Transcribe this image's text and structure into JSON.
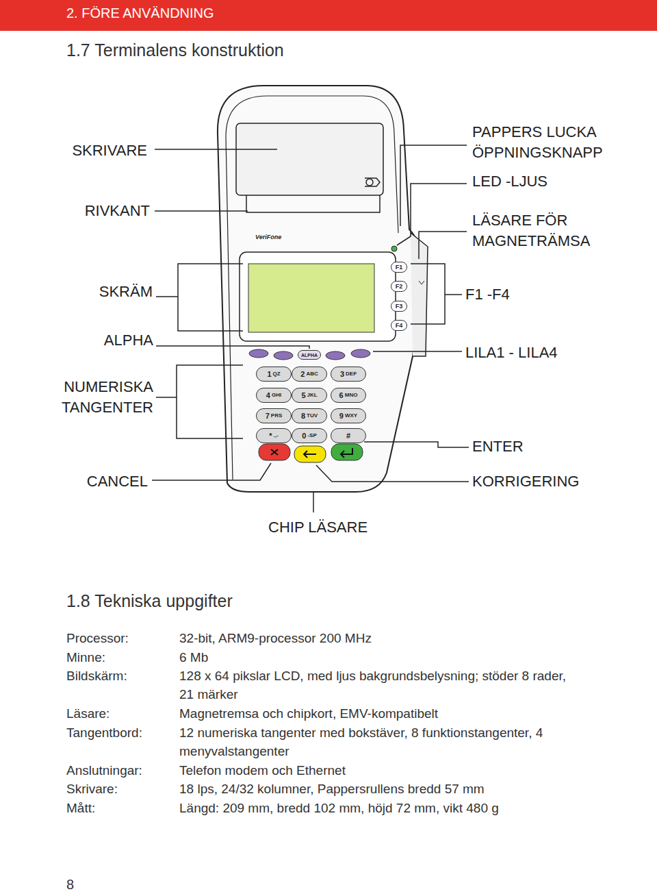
{
  "diagram": {
    "title": "1.7 Terminalens konstruktion",
    "nodes": [
      {
        "text": [
          "F1"
        ]
      },
      {
        "text": [
          "F2"
        ]
      },
      {
        "text": [
          "F3"
        ]
      },
      {
        "text": [
          "F4"
        ]
      },
      {
        "text": [
          "ALPHA"
        ]
      },
      {
        "text": [
          "1",
          "QZ"
        ]
      },
      {
        "text": [
          "2",
          "ABC"
        ]
      },
      {
        "text": [
          "3",
          "DEF"
        ]
      },
      {
        "text": [
          "4",
          "GHI"
        ]
      },
      {
        "text": [
          "5",
          "JKL"
        ]
      },
      {
        "text": [
          "6",
          "MNO"
        ]
      },
      {
        "text": [
          "7",
          "PRS"
        ]
      },
      {
        "text": [
          "8",
          "TUV"
        ]
      },
      {
        "text": [
          "9",
          "WXY"
        ]
      },
      {
        "text": [
          "*",
          ".,-"
        ]
      },
      {
        "text": [
          "0",
          "-SP"
        ]
      },
      {
        "text": [
          "#"
        ]
      }
    ],
    "labels": [
      "2. FÖRE ANVÄNDNING",
      "SKRIVARE",
      "RIVKANT",
      "SKRÄM",
      "ALPHA",
      "NUMERISKA TANGENTER",
      "CANCEL",
      "PAPPERS LUCKA ÖPPNINGSKNAPP",
      "LED -LJUS",
      "LÄSARE FÖR MAGNETRÄMSA",
      "F1 -F4",
      "LILA1 - LILA4",
      "ENTER",
      "KORRIGERING",
      "CHIP LÄSARE",
      "1.8 Tekniska uppgifter",
      "Processor:",
      "32-bit, ARM9-processor 200 MHz",
      "Minne:",
      "6 Mb",
      "Bildskärm:",
      "128 x 64 pikslar LCD, med ljus bakgrundsbelysning; stöder 8 rader, 21 märker",
      "Läsare:",
      "Magnetremsa och chipkort, EMV-kompatibelt",
      "Tangentbord:",
      "12 numeriska tangenter med bokstäver, 8 funktionstangenter, 4 menyvalstangenter",
      "Anslutningar:",
      "Telefon modem och Ethernet",
      "Skrivare:",
      "18 lps, 24/32 kolumner, Pappersrullens bredd 57 mm",
      "Mått:",
      "Längd: 209 mm, bredd 102 mm, höjd 72 mm, vikt 480 g",
      "8",
      "VeriFone"
    ]
  }
}
